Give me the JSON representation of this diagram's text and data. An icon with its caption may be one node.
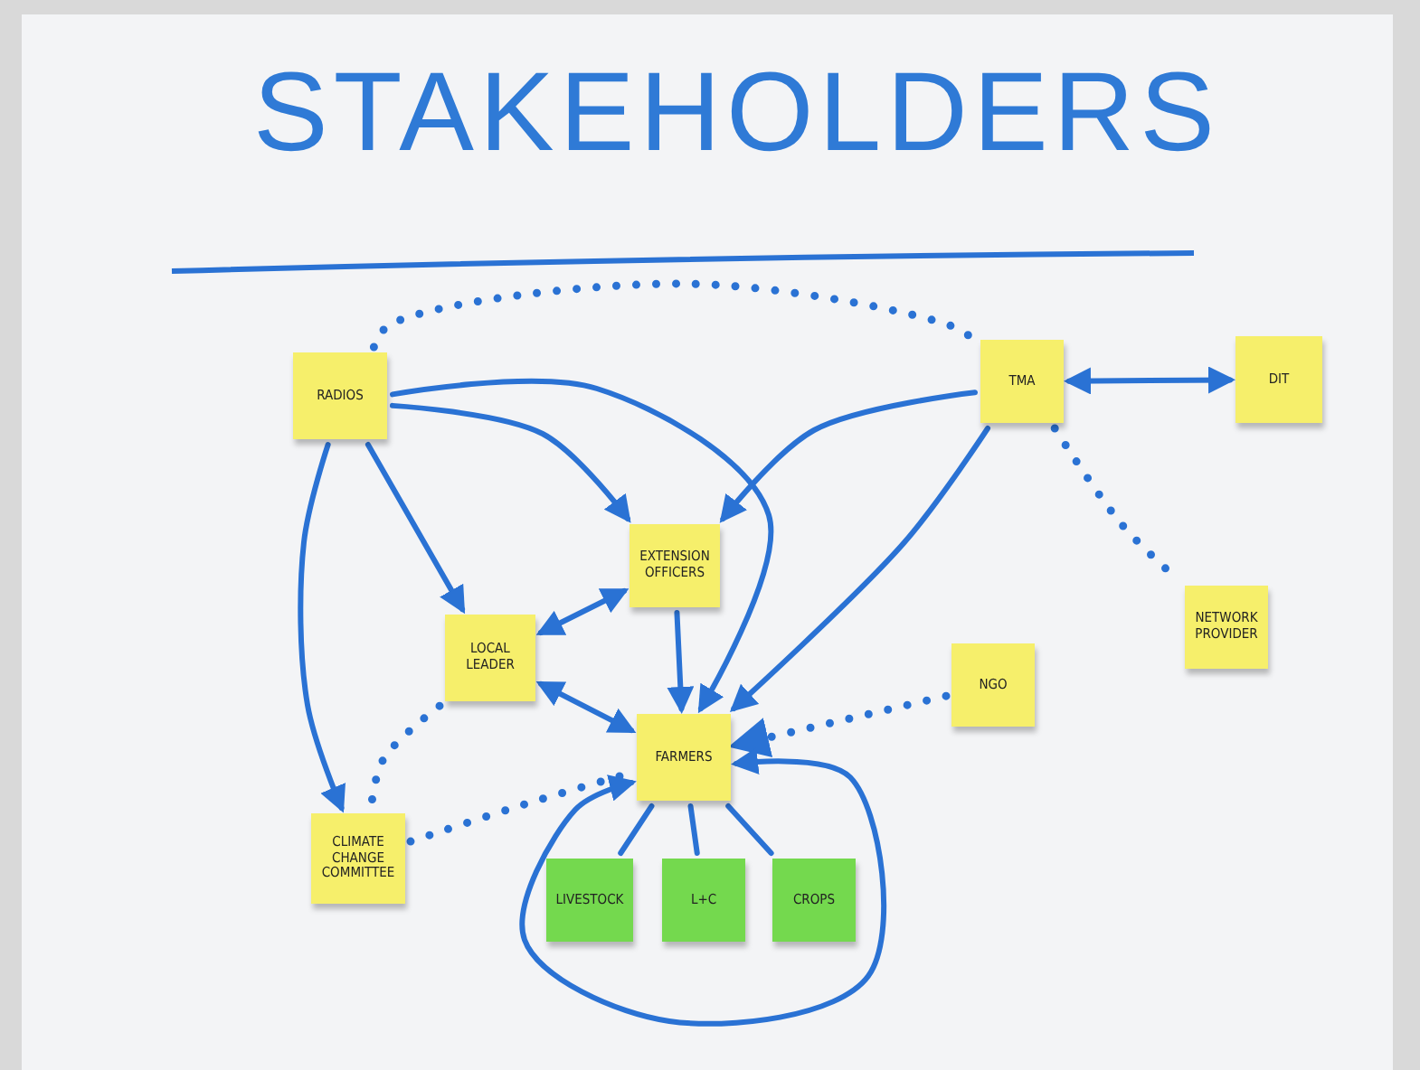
{
  "diagram": {
    "title": "STAKEHOLDERS",
    "nodes": [
      {
        "text": [
          "RADIOS"
        ]
      },
      {
        "text": [
          "TMA"
        ]
      },
      {
        "text": [
          "DIT"
        ]
      },
      {
        "text": [
          "EXTENSION OFFICERS"
        ]
      },
      {
        "text": [
          "LOCAL LEADER"
        ]
      },
      {
        "text": [
          "NGO"
        ]
      },
      {
        "text": [
          "NETWORK PROVIDER"
        ]
      },
      {
        "text": [
          "FARMERS"
        ]
      },
      {
        "text": [
          "CLIMATE CHANGE COMMITTEE"
        ]
      },
      {
        "text": [
          "LIVESTOCK"
        ]
      },
      {
        "text": [
          "L+C"
        ]
      },
      {
        "text": [
          "CROPS"
        ]
      }
    ],
    "edges": [
      {
        "from": 0,
        "to": 1,
        "arrow": "none",
        "style": "dashed"
      },
      {
        "from": 0,
        "to": 3,
        "arrow": "to"
      },
      {
        "from": 0,
        "to": 4,
        "arrow": "to"
      },
      {
        "from": 0,
        "to": 7,
        "arrow": "to"
      },
      {
        "from": 0,
        "to": 8,
        "arrow": "to"
      },
      {
        "from": 1,
        "to": 3,
        "arrow": "to"
      },
      {
        "from": 1,
        "to": 7,
        "arrow": "to"
      },
      {
        "from": 1,
        "to": 2,
        "arrow": "both"
      },
      {
        "from": 1,
        "to": 6,
        "arrow": "none",
        "style": "dashed"
      },
      {
        "from": 3,
        "to": 4,
        "arrow": "both"
      },
      {
        "from": 3,
        "to": 7,
        "arrow": "to"
      },
      {
        "from": 4,
        "to": 7,
        "arrow": "both"
      },
      {
        "from": 5,
        "to": 7,
        "arrow": "to",
        "style": "dashed"
      },
      {
        "from": 4,
        "to": 8,
        "arrow": "none",
        "style": "dashed"
      },
      {
        "from": 8,
        "to": 7,
        "arrow": "none",
        "style": "dashed"
      },
      {
        "from": 7,
        "to": 7,
        "arrow": "both"
      },
      {
        "from": 9,
        "to": 7,
        "arrow": "none"
      },
      {
        "from": 10,
        "to": 7,
        "arrow": "none"
      },
      {
        "from": 11,
        "to": 7,
        "arrow": "none"
      }
    ]
  }
}
